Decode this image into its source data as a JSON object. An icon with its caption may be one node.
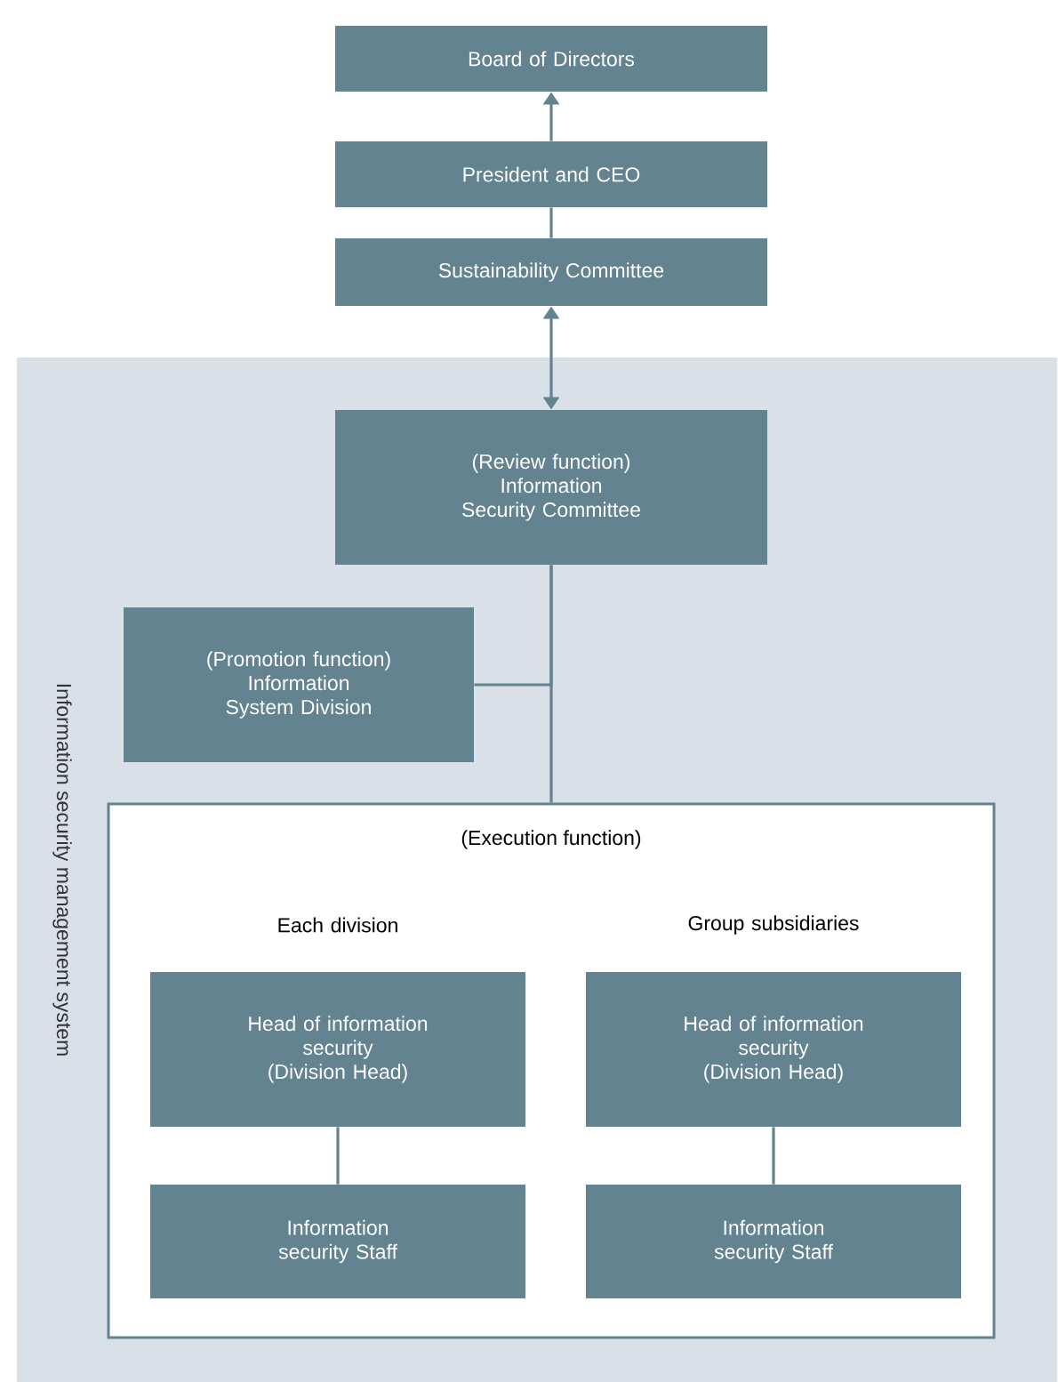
{
  "diagram": {
    "nodes": [
      {
        "text": [
          "Board of Directors"
        ]
      },
      {
        "text": [
          "President and CEO"
        ]
      },
      {
        "text": [
          "Sustainability Committee"
        ]
      },
      {
        "text": [
          "Information security management system"
        ]
      },
      {
        "text": [
          "(Review function) Information Security Committee"
        ],
        "in": 3
      },
      {
        "text": [
          "(Promotion function) Information System Division"
        ],
        "in": 3
      },
      {
        "text": [
          "(Execution function)"
        ],
        "in": 3
      },
      {
        "text": [
          "Head of information security (Division Head)"
        ],
        "in": 6,
        "beside": [
          "Each division"
        ]
      },
      {
        "text": [
          "Information security Staff"
        ],
        "in": 6
      },
      {
        "text": [
          "Head of information security (Division Head)"
        ],
        "in": 6,
        "beside": [
          "Group subsidiaries"
        ]
      },
      {
        "text": [
          "Information security Staff"
        ],
        "in": 6
      }
    ],
    "edges": [
      {
        "from": 1,
        "to": 0,
        "arrow": "to"
      },
      {
        "from": 1,
        "to": 2,
        "arrow": "none"
      },
      {
        "from": 2,
        "to": 4,
        "arrow": "both"
      },
      {
        "from": 4,
        "to": 6,
        "arrow": "none"
      },
      {
        "from": 5,
        "to": 4,
        "arrow": "none"
      },
      {
        "from": 7,
        "to": 8,
        "arrow": "none"
      },
      {
        "from": 9,
        "to": 10,
        "arrow": "none"
      }
    ]
  }
}
